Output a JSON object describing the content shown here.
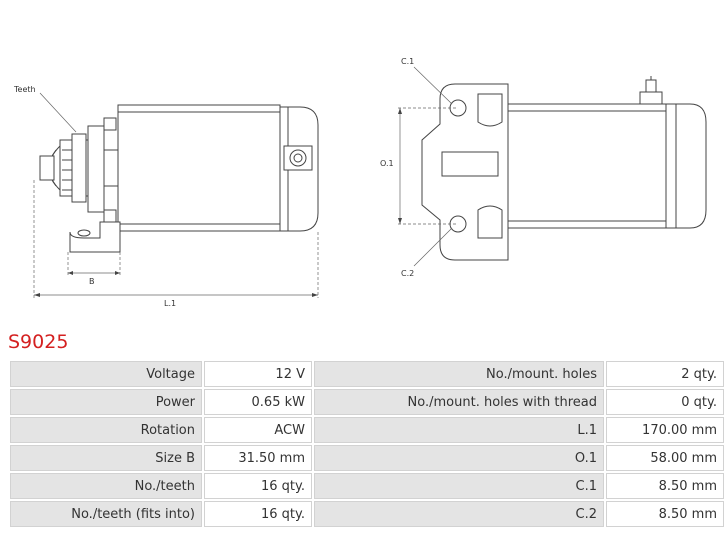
{
  "product": {
    "code": "S9025"
  },
  "drawing": {
    "labels": {
      "teeth": "Teeth",
      "b": "B",
      "l1": "L.1",
      "c1": "C.1",
      "o1": "O.1",
      "c2": "C.2"
    }
  },
  "specs": {
    "rows": [
      {
        "label": "Voltage",
        "value": "12 V",
        "label2": "No./mount. holes",
        "value2": "2 qty."
      },
      {
        "label": "Power",
        "value": "0.65 kW",
        "label2": "No./mount. holes with thread",
        "value2": "0 qty."
      },
      {
        "label": "Rotation",
        "value": "ACW",
        "label2": "L.1",
        "value2": "170.00 mm"
      },
      {
        "label": "Size B",
        "value": "31.50 mm",
        "label2": "O.1",
        "value2": "58.00 mm"
      },
      {
        "label": "No./teeth",
        "value": "16 qty.",
        "label2": "C.1",
        "value2": "8.50 mm"
      },
      {
        "label": "No./teeth (fits into)",
        "value": "16 qty.",
        "label2": "C.2",
        "value2": "8.50 mm"
      }
    ]
  },
  "colors": {
    "title": "#d42020",
    "label_bg": "#e4e4e4",
    "border": "#d2d2d2"
  }
}
